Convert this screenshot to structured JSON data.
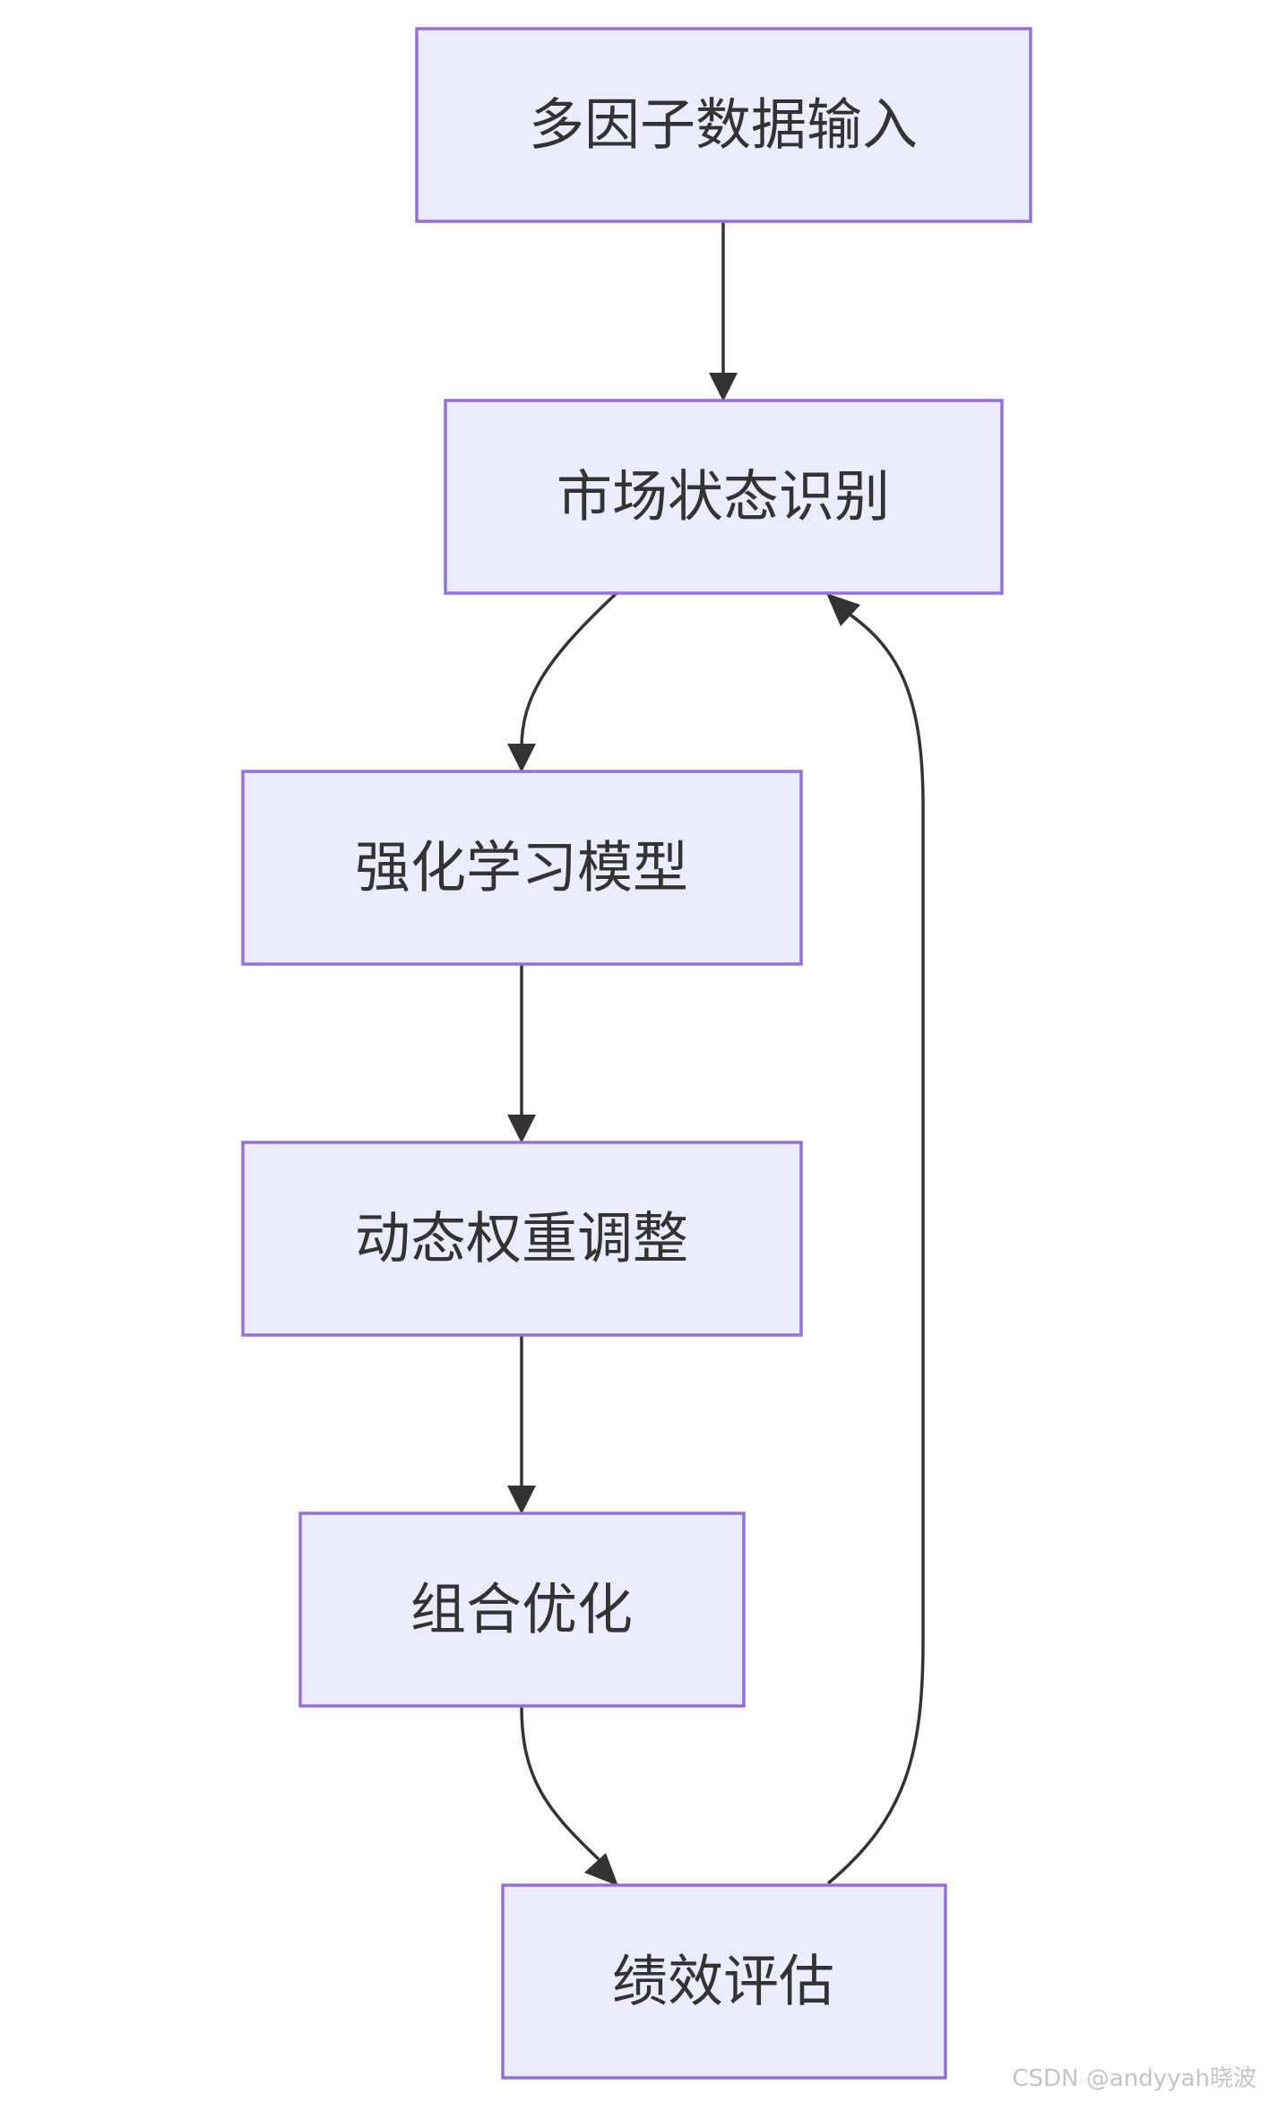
{
  "diagram": {
    "nodes": [
      {
        "id": "input",
        "label": "多因子数据输入"
      },
      {
        "id": "market",
        "label": "市场状态识别"
      },
      {
        "id": "rl",
        "label": "强化学习模型"
      },
      {
        "id": "weights",
        "label": "动态权重调整"
      },
      {
        "id": "portfolio",
        "label": "组合优化"
      },
      {
        "id": "eval",
        "label": "绩效评估"
      }
    ],
    "edges": [
      {
        "from": "input",
        "to": "market"
      },
      {
        "from": "market",
        "to": "rl"
      },
      {
        "from": "rl",
        "to": "weights"
      },
      {
        "from": "weights",
        "to": "portfolio"
      },
      {
        "from": "portfolio",
        "to": "eval"
      },
      {
        "from": "eval",
        "to": "market"
      }
    ],
    "colors": {
      "node_fill": "#ECECFF",
      "node_border": "#9370DB",
      "edge": "#333333",
      "text": "#333333"
    }
  },
  "watermark": "CSDN @andyyah晓波"
}
